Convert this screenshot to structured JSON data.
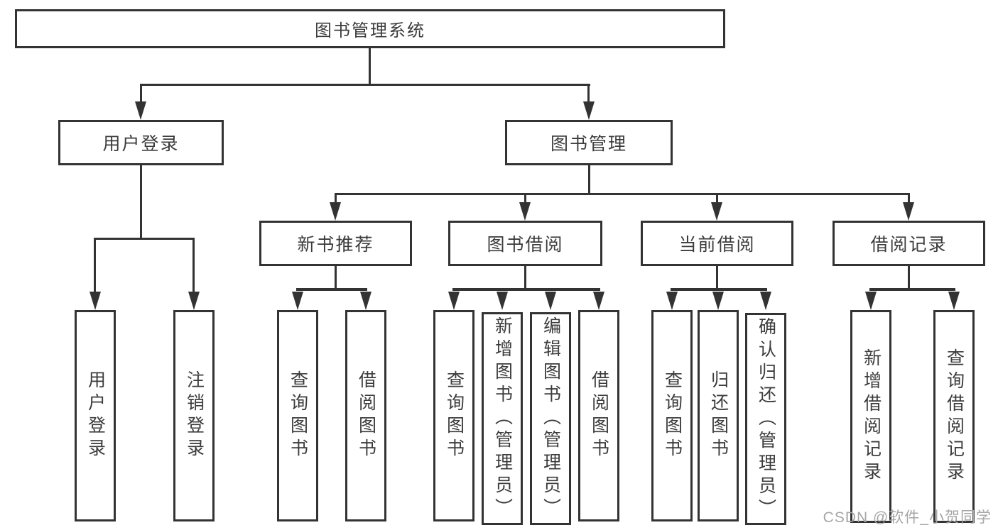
{
  "diagram": {
    "root": {
      "label": "图书管理系统"
    },
    "level2": {
      "user_login": {
        "label": "用户登录"
      },
      "book_mgmt": {
        "label": "图书管理"
      }
    },
    "level3": {
      "new_book": {
        "label": "新书推荐"
      },
      "book_borrow": {
        "label": "图书借阅"
      },
      "current_borrow": {
        "label": "当前借阅"
      },
      "borrow_record": {
        "label": "借阅记录"
      }
    },
    "leaves": {
      "user_login": [
        "用户登录",
        "注销登录"
      ],
      "new_book": [
        "查询图书",
        "借阅图书"
      ],
      "book_borrow": [
        "查询图书",
        "新增图书（管理员）",
        "编辑图书（管理员）",
        "借阅图书"
      ],
      "current_borrow": [
        "查询图书",
        "归还图书",
        "确认归还（管理员）"
      ],
      "borrow_record": [
        "新增借阅记录",
        "查询借阅记录"
      ]
    }
  },
  "watermark": {
    "text": "CSDN @软件_小贺同学"
  },
  "colors": {
    "line": "#333333",
    "text": "#3c3c3c",
    "watermark": "#a6a6a6",
    "background": "#ffffff"
  }
}
